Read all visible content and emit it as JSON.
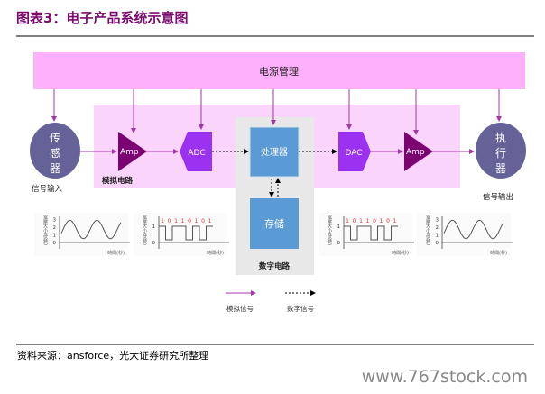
{
  "title": "图表3：电子产品系统示意图",
  "power": "电源管理",
  "sensor": [
    "传",
    "感",
    "器"
  ],
  "actuator": [
    "执",
    "行",
    "器"
  ],
  "signal_in": "信号输入",
  "signal_out": "信号输出",
  "analog_label": "模拟电路",
  "digital_label": "数字电路",
  "amp": "Amp",
  "adc": "ADC",
  "dac": "DAC",
  "processor": "处理器",
  "storage": "存储",
  "chart_axis": {
    "y": "電壓大小(伏特)",
    "x": "時間(秒)",
    "ticks_analog": [
      "3",
      "2",
      "1",
      "0"
    ],
    "ticks_digital": [
      "1",
      "0"
    ]
  },
  "bits": [
    "1",
    "0",
    "1",
    "1",
    "0",
    "1",
    "0",
    "1"
  ],
  "legend": {
    "analog": "模拟信号",
    "digital": "数字信号"
  },
  "source": "资料来源：ansforce，光大证券研究所整理",
  "watermark": "www.767stock.com",
  "colors": {
    "title": "#7b0a6e",
    "power": "#feb0fd",
    "analog_bg": "#fbd4fb",
    "amp": "#7c0274",
    "converter": "#9b32f2",
    "circle": "#656297",
    "chip": "#5b9bd5",
    "digital_bg": "#e8e8e8",
    "arrow": "#a438a6"
  }
}
